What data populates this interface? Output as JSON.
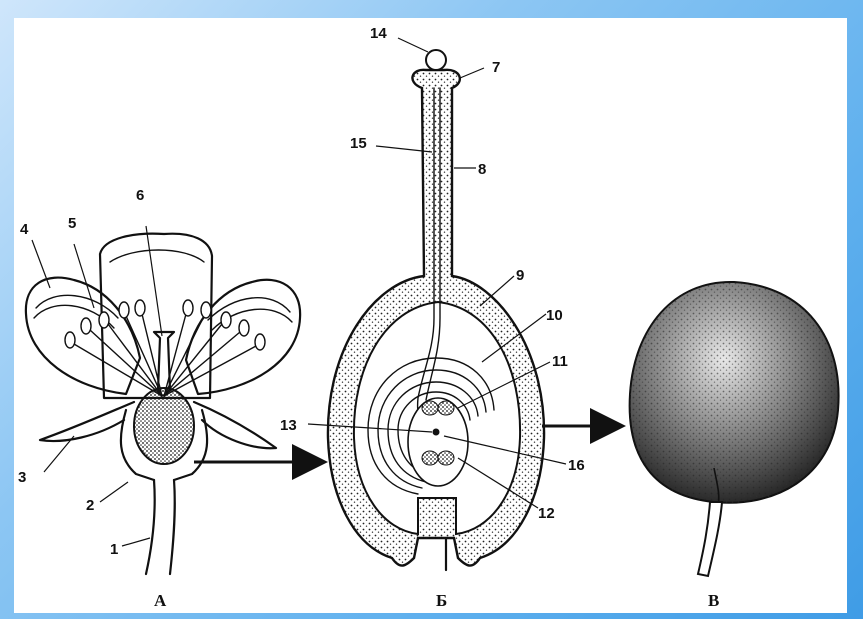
{
  "figure": {
    "captions": {
      "flower": "А",
      "ovary_section": "Б",
      "fruit": "В"
    },
    "labels": {
      "1": "1",
      "2": "2",
      "3": "3",
      "4": "4",
      "5": "5",
      "6": "6",
      "7": "7",
      "8": "8",
      "9": "9",
      "10": "10",
      "11": "11",
      "12": "12",
      "13": "13",
      "14": "14",
      "15": "15",
      "16": "16"
    }
  },
  "colors": {
    "ink": "#111111",
    "background_blue": "#5fb0ee",
    "panel": "#ffffff"
  }
}
